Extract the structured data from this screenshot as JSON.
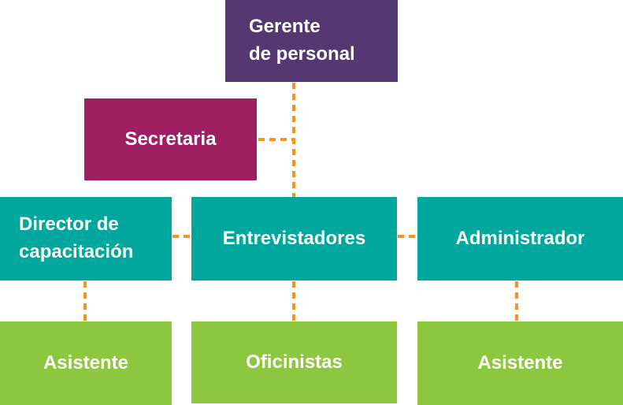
{
  "colors": {
    "purple": "#553772",
    "magenta": "#a01f63",
    "teal": "#00a79d",
    "green": "#8dc63f",
    "connector": "#f7941d"
  },
  "nodes": {
    "gerente": "Gerente\nde personal",
    "secretaria": "Secretaria",
    "director": "Director de\ncapacitación",
    "entrevistadores": "Entrevistadores",
    "administrador": "Administrador",
    "asistente_left": "Asistente",
    "oficinistas": "Oficinistas",
    "asistente_right": "Asistente"
  }
}
